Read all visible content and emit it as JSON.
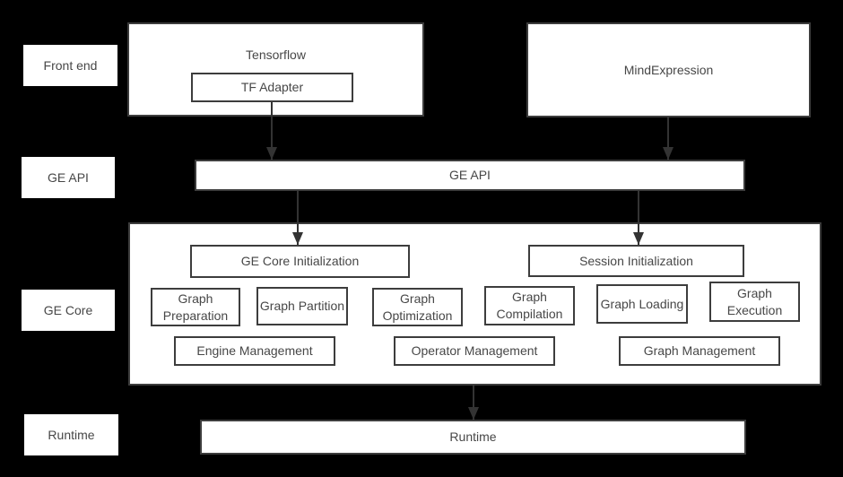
{
  "row_labels": [
    "Front end",
    "GE API",
    "GE Core",
    "Runtime"
  ],
  "nodes": {
    "tensorflow": "Tensorflow",
    "tf_adapter": "TF Adapter",
    "mindexpression": "MindExpression",
    "ge_api": "GE API",
    "ge_core_initialization": "GE Core Initialization",
    "session_initialization": "Session Initialization",
    "runtime": "Runtime"
  },
  "ge_core": {
    "stages": [
      "Graph Preparation",
      "Graph Partition",
      "Graph Optimization",
      "Graph Compilation",
      "Graph Loading",
      "Graph Execution"
    ],
    "management": [
      "Engine Management",
      "Operator Management",
      "Graph Management"
    ]
  },
  "colors": {
    "background": "#000000",
    "node_fill": "#ffffff",
    "node_border": "#3d3d3d",
    "text": "#474747",
    "arrow": "#333333"
  }
}
